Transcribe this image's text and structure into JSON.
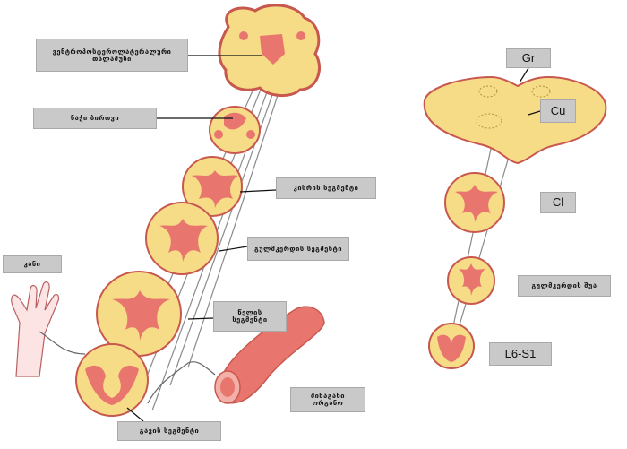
{
  "labels": {
    "thalamus": "ვენტროპოსტეროლატერალური თალამუსი",
    "midbrain": "ნაჭი ბირთვი",
    "cervical": "კისრის სეგმენტი",
    "thoracic": "გულმკერდის სეგმენტი",
    "hand": "კანი",
    "lumbar": "წელის სეგმენტი",
    "visceral": "შინაგანი ორგანო",
    "sacral": "გავის სეგმენტი",
    "gr": "Gr",
    "cu": "Cu",
    "cl": "Cl",
    "thoracic_mid": "გულმკერდის შუა",
    "l6s1": "L6-S1"
  },
  "colors": {
    "gray_matter": "#e8766e",
    "white_matter": "#f6dc86",
    "outline": "#c8584f",
    "tract_line": "#8a8a8a",
    "label_fill": "#c9c9c9"
  }
}
